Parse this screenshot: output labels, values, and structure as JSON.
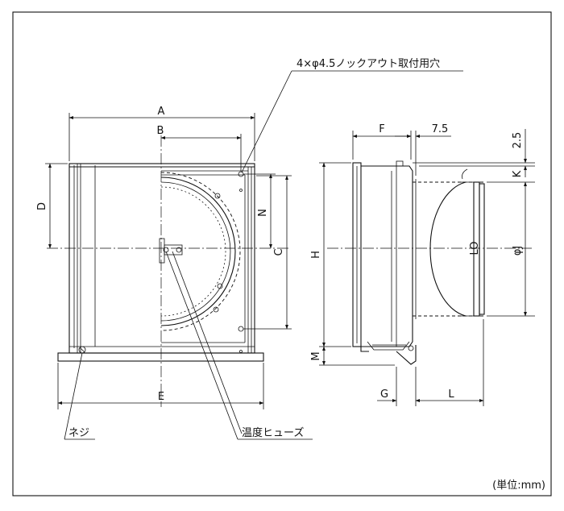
{
  "annotations": {
    "knockout": "4×φ4.5ノックアウト取付用穴",
    "screw": "ネジ",
    "fuse": "温度ヒューズ",
    "unit": "(単位:mm)"
  },
  "dimensions": {
    "A": "A",
    "B": "B",
    "C": "C",
    "D": "D",
    "E": "E",
    "N": "N",
    "M": "M",
    "H": "H",
    "F": "F",
    "G": "G",
    "L": "L",
    "K": "K",
    "J": "φJ",
    "v75": "7.5",
    "v25": "2.5",
    "lo": "LO"
  }
}
